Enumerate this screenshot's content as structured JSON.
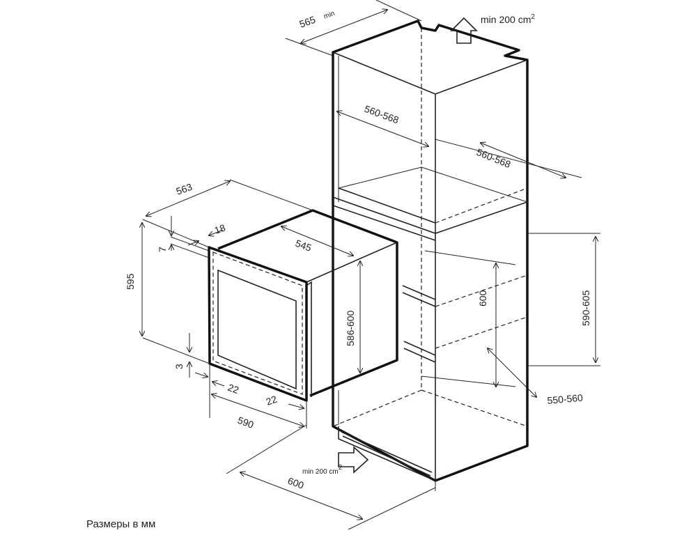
{
  "diagram": {
    "cabinet_labels": {
      "depth_min": "565",
      "depth_min_suffix": "min",
      "vent_top": "min 200 cm",
      "vent_top_sup": "2",
      "inner_width": "560-568",
      "inner_depth": "560-568",
      "niche_height": "600",
      "niche_height_range": "590-605",
      "niche_depth": "550-560",
      "cabinet_width": "600",
      "vent_bottom": "min 200 cm",
      "vent_bottom_sup": "2"
    },
    "oven_labels": {
      "depth": "563",
      "top_gap": "7",
      "frame_thickness": "18",
      "body_depth": "545",
      "height": "595",
      "body_height": "586-600",
      "bottom_gap": "3",
      "side_offset_left": "22",
      "side_offset_right": "22",
      "width": "590"
    },
    "caption": "Размеры в мм"
  }
}
